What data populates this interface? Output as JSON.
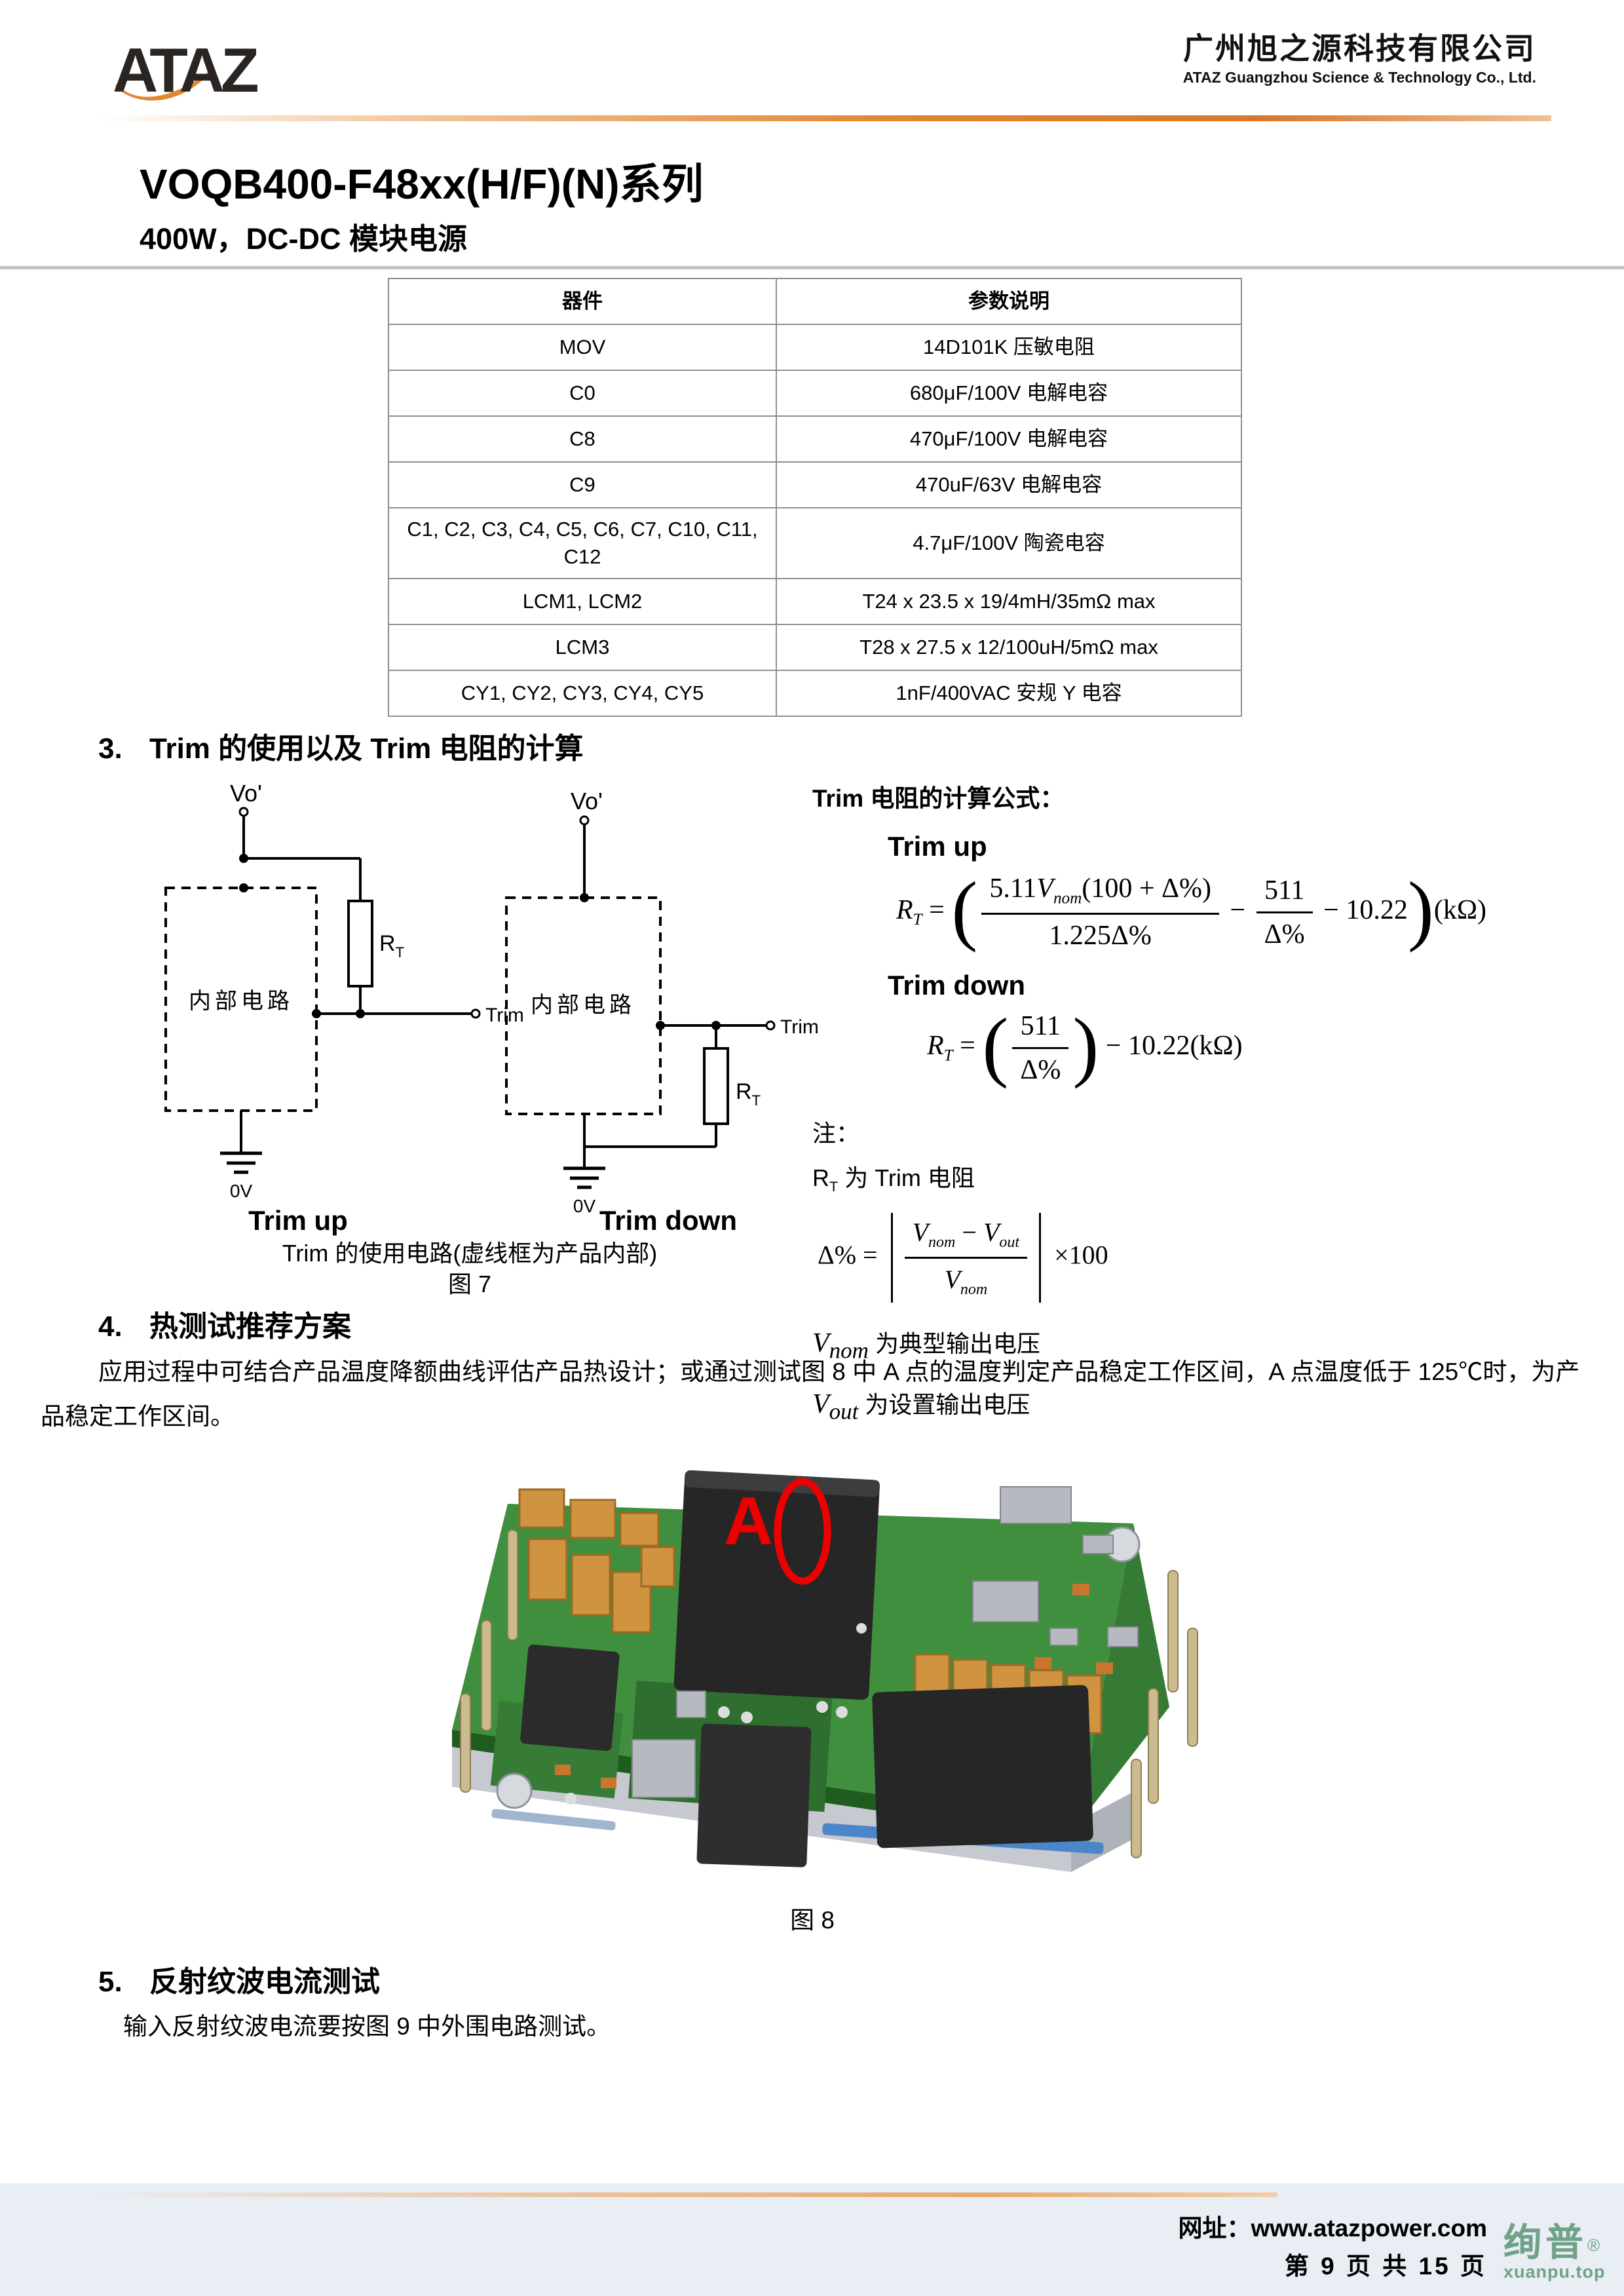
{
  "header": {
    "logo_text": "ATAZ",
    "company_cn": "广州旭之源科技有限公司",
    "company_en": "ATAZ Guangzhou Science & Technology Co., Ltd."
  },
  "title": {
    "main": "VOQB400-F48xx(H/F)(N)系列",
    "sub": "400W，DC-DC 模块电源"
  },
  "table": {
    "col1": "器件",
    "col2": "参数说明",
    "rows": [
      [
        "MOV",
        "14D101K 压敏电阻"
      ],
      [
        "C0",
        "680μF/100V 电解电容"
      ],
      [
        "C8",
        "470μF/100V 电解电容"
      ],
      [
        "C9",
        "470uF/63V 电解电容"
      ],
      [
        "C1, C2, C3, C4, C5, C6, C7, C10, C11, C12",
        "4.7μF/100V 陶瓷电容"
      ],
      [
        "LCM1, LCM2",
        "T24 x 23.5 x 19/4mH/35mΩ max"
      ],
      [
        "LCM3",
        "T28 x 27.5 x 12/100uH/5mΩ max"
      ],
      [
        "CY1, CY2, CY3, CY4, CY5",
        "1nF/400VAC 安规 Y 电容"
      ]
    ]
  },
  "sec3": {
    "num": "3.",
    "title": "Trim 的使用以及 Trim 电阻的计算"
  },
  "fig7": {
    "vo": "Vo'",
    "trim": "Trim",
    "r": "R",
    "r_sub": "T",
    "internal": "内部电路",
    "gnd": "0V",
    "up": "Trim up",
    "down": "Trim down",
    "caption": "Trim 的使用电路(虚线框为产品内部)",
    "fig": "图 7"
  },
  "formula": {
    "intro": "Trim 电阻的计算公式：",
    "up_label": "Trim up",
    "down_label": "Trim down",
    "r": "R",
    "r_sub": "T",
    "eq": "=",
    "lp": "(",
    "rp": ")",
    "up_n1": "5.11",
    "up_nv": "V",
    "up_nsub": "nom",
    "up_n2": "(100 + Δ%)",
    "up_den": "1.225Δ%",
    "minus": "−",
    "m_num": "511",
    "m_den": "Δ%",
    "up_tail": "− 10.22",
    "unit": "(kΩ)",
    "down_tail": "− 10.22(kΩ)"
  },
  "notes": {
    "label": "注：",
    "r": "R",
    "r_sub": "T",
    "r_text": " 为 Trim 电阻",
    "delta": "Δ% =",
    "v": "V",
    "nom": "nom",
    "out": "out",
    "minus": "−",
    "times": "×100",
    "vnom_text": " 为典型输出电压",
    "vout_text": " 为设置输出电压"
  },
  "sec4": {
    "num": "4.",
    "title": "热测试推荐方案",
    "para": "应用过程中可结合产品温度降额曲线评估产品热设计；或通过测试图 8 中 A 点的温度判定产品稳定工作区间，A 点温度低于 125℃时，为产品稳定工作区间。"
  },
  "fig8": {
    "marker": "A",
    "fig": "图 8"
  },
  "sec5": {
    "num": "5.",
    "title": "反射纹波电流测试",
    "para": "输入反射纹波电流要按图 9 中外围电路测试。"
  },
  "footer": {
    "site_label": "网址：",
    "site": "www.atazpower.com",
    "page": "第 9 页 共 15 页",
    "wm": "绚普",
    "wm_reg": "®",
    "wm_site": "xuanpu.top"
  },
  "colors": {
    "accent_orange": "#e2862f",
    "footer_bg": "#e9edf4",
    "watermark_green": "#6fa287",
    "marker_red": "#ee0000",
    "pcb_green": "#3f8f3f"
  }
}
